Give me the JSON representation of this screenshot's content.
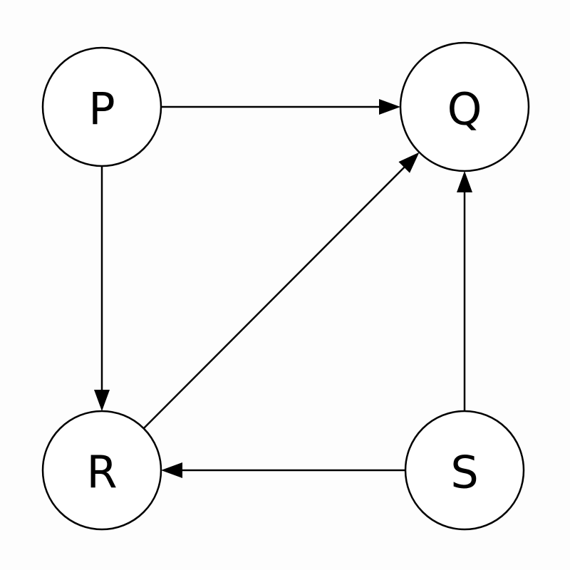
{
  "diagram": {
    "type": "directed-graph",
    "nodes": [
      {
        "id": "P",
        "label": "P"
      },
      {
        "id": "Q",
        "label": "Q"
      },
      {
        "id": "R",
        "label": "R"
      },
      {
        "id": "S",
        "label": "S"
      }
    ],
    "edges": [
      {
        "from": "P",
        "to": "Q"
      },
      {
        "from": "P",
        "to": "R"
      },
      {
        "from": "R",
        "to": "Q"
      },
      {
        "from": "S",
        "to": "Q"
      },
      {
        "from": "S",
        "to": "R"
      }
    ],
    "colors": {
      "stroke": "#000000",
      "node_fill": "#ffffff",
      "background": "#fdfdfd"
    }
  }
}
